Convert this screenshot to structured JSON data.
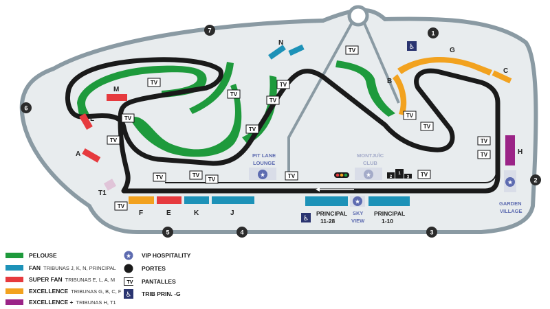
{
  "colors": {
    "pelouse": "#1e9a3c",
    "fan": "#1d92b8",
    "superfan": "#e63a3e",
    "excellence": "#f2a21f",
    "excellence_plus": "#9b2487",
    "track": "#1a1a1a",
    "outer_ring": "#8a9aa3",
    "grounds": "#e8ecee",
    "pad": "#d9dde8",
    "vip": "#5d6bb0",
    "gate": "#2b2b2b"
  },
  "stands": [
    {
      "id": "G",
      "label": "G"
    },
    {
      "id": "C",
      "label": "C"
    },
    {
      "id": "B",
      "label": "B"
    },
    {
      "id": "N",
      "label": "N"
    },
    {
      "id": "M",
      "label": "M"
    },
    {
      "id": "L",
      "label": "L"
    },
    {
      "id": "A",
      "label": "A"
    },
    {
      "id": "H",
      "label": "H"
    },
    {
      "id": "T1",
      "label": "T1"
    },
    {
      "id": "F",
      "label": "F"
    },
    {
      "id": "E",
      "label": "E"
    },
    {
      "id": "K",
      "label": "K"
    },
    {
      "id": "J",
      "label": "J"
    }
  ],
  "principal": {
    "left": {
      "line1": "PRINCIPAL",
      "line2": "11-28"
    },
    "right": {
      "line1": "PRINCIPAL",
      "line2": "1-10"
    }
  },
  "vip_areas": {
    "pit_lane_lounge": {
      "line1": "PIT LANE",
      "line2": "LOUNGE"
    },
    "montjuic_club": {
      "line1": "MONTJUÏC",
      "line2": "CLUB"
    },
    "sky_view": {
      "line1": "SKY",
      "line2": "VIEW"
    },
    "garden_village": {
      "line1": "GARDEN",
      "line2": "VILLAGE"
    }
  },
  "gates": [
    "1",
    "2",
    "3",
    "4",
    "5",
    "6",
    "7"
  ],
  "tv_label": "TV",
  "podium": {
    "second": "2",
    "first": "1",
    "third": "3"
  },
  "legend": [
    {
      "key": "pelouse",
      "main": "PELOUSE",
      "sub": "",
      "color": "#1e9a3c"
    },
    {
      "key": "fan",
      "main": "FAN",
      "sub": "TRIBUNAS J, K, N, PRINCIPAL",
      "color": "#1d92b8"
    },
    {
      "key": "superfan",
      "main": "SUPER FAN",
      "sub": "TRIBUNAS E, L, A, M",
      "color": "#e63a3e"
    },
    {
      "key": "excellence",
      "main": "EXCELLENCE",
      "sub": "TRIBUNAS G, B, C, F",
      "color": "#f2a21f"
    },
    {
      "key": "excellence_plus",
      "main": "EXCELLENCE +",
      "sub": "TRIBUNAS H, T1",
      "color": "#9b2487"
    }
  ],
  "legend_icons": [
    {
      "icon": "vip-hospitality-icon",
      "label": "VIP HOSPITALITY"
    },
    {
      "icon": "gate-icon",
      "label": "PORTES"
    },
    {
      "icon": "tv-screen-icon",
      "label": "PANTALLES"
    },
    {
      "icon": "wheelchair-icon",
      "label": "TRIB PRIN. -G"
    }
  ]
}
